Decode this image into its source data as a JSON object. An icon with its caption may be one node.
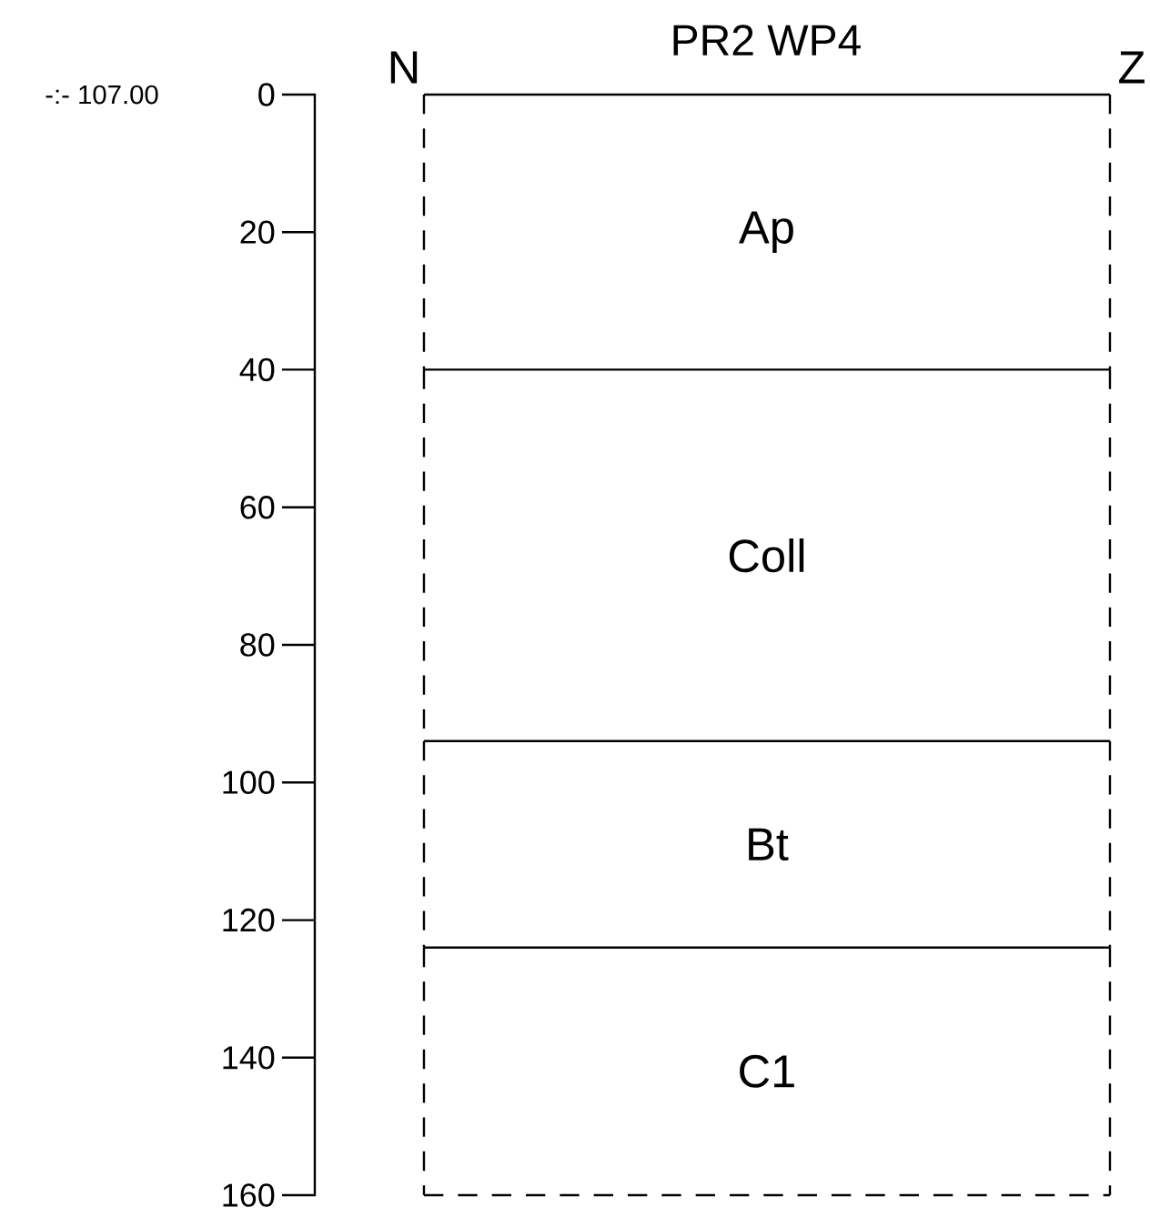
{
  "diagram": {
    "title": "PR2 WP4",
    "nodes": [
      {
        "text": [
          "Ap"
        ]
      },
      {
        "text": [
          "Coll"
        ]
      },
      {
        "text": [
          "Bt"
        ]
      },
      {
        "text": [
          "C1"
        ]
      }
    ],
    "edges": [],
    "labels": [
      "-:- 107.00",
      "0",
      "20",
      "40",
      "60",
      "80",
      "100",
      "120",
      "140",
      "160",
      "N",
      "Z"
    ]
  }
}
